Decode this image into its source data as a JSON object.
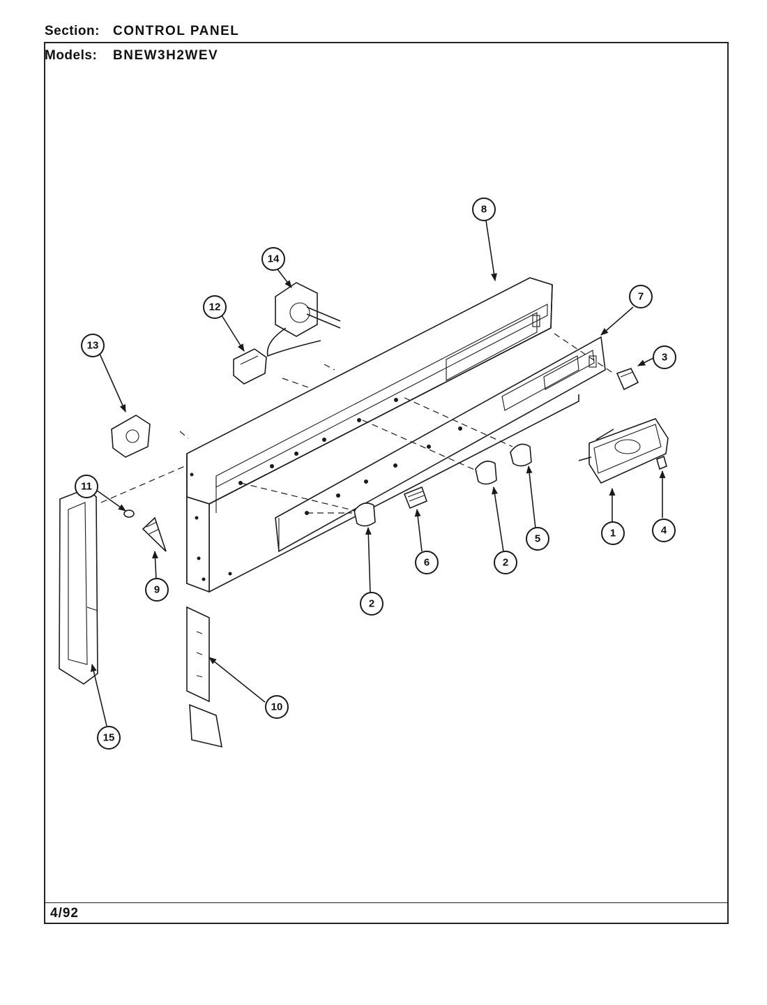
{
  "header": {
    "section_key": "Section:",
    "section_value": "CONTROL PANEL",
    "models_key": "Models:",
    "models_value": "BNEW3H2WEV"
  },
  "footer": {
    "date": "4/92"
  },
  "callouts": [
    {
      "id": "c8",
      "label": "8"
    },
    {
      "id": "c14",
      "label": "14"
    },
    {
      "id": "c12",
      "label": "12"
    },
    {
      "id": "c13",
      "label": "13"
    },
    {
      "id": "c7",
      "label": "7"
    },
    {
      "id": "c3",
      "label": "3"
    },
    {
      "id": "c11",
      "label": "11"
    },
    {
      "id": "c9",
      "label": "9"
    },
    {
      "id": "c2a",
      "label": "2"
    },
    {
      "id": "c6",
      "label": "6"
    },
    {
      "id": "c2b",
      "label": "2"
    },
    {
      "id": "c5",
      "label": "5"
    },
    {
      "id": "c1",
      "label": "1"
    },
    {
      "id": "c4",
      "label": "4"
    },
    {
      "id": "c10",
      "label": "10"
    },
    {
      "id": "c15",
      "label": "15"
    }
  ]
}
